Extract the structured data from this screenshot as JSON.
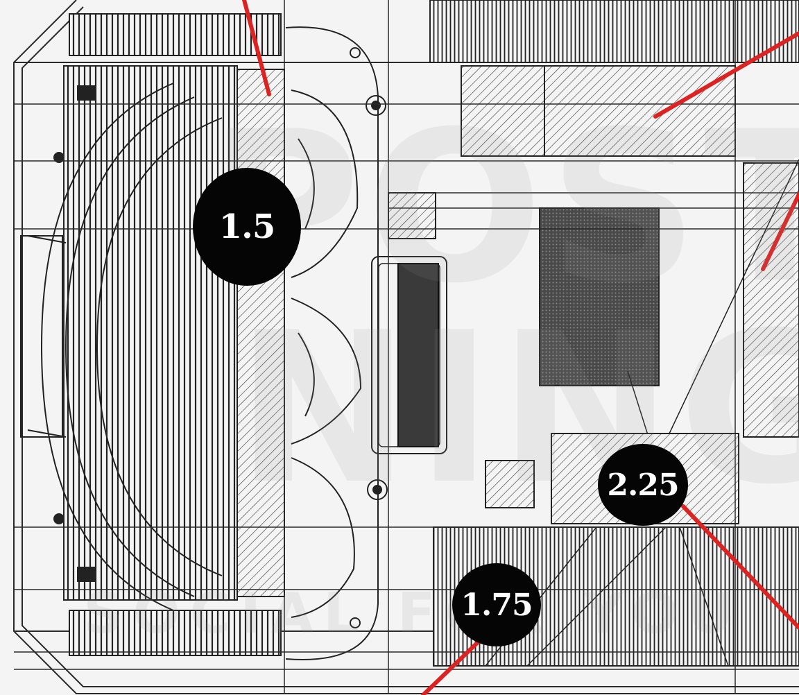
{
  "diagram": {
    "watermark": {
      "line1": "POST",
      "line2": "NING",
      "line3": "SOCIAL FOR YOU"
    },
    "callouts": [
      {
        "label": "1.5"
      },
      {
        "label": "2.25"
      },
      {
        "label": "1.75"
      }
    ],
    "colors": {
      "background": "#f4f4f4",
      "line": "#2a2a2a",
      "leader": "#dd2222",
      "callout_fill": "#050505",
      "callout_text": "#ffffff",
      "chip_fill": "#3a3a3a"
    }
  }
}
